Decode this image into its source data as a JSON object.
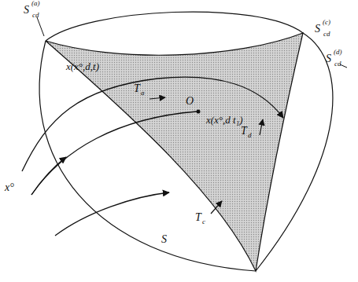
{
  "diagram": {
    "labels": [
      "S",
      "(a)",
      "cd",
      "S",
      "(c)",
      "cd",
      "S",
      "(d)",
      "cd",
      "x(x°,d,t)",
      "x(x°,d t₁)",
      "x°",
      "T",
      "a",
      "T",
      "d",
      "T",
      "c",
      "O",
      "S"
    ]
  }
}
